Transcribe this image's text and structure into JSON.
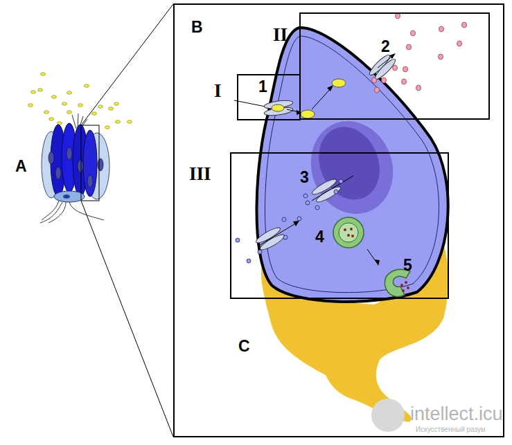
{
  "diagram": {
    "nodes": [
      {
        "text": [
          "B"
        ]
      },
      {
        "text": [
          "II"
        ],
        "in": 0
      },
      {
        "text": [
          "I"
        ],
        "in": 0
      },
      {
        "text": [
          "III"
        ],
        "in": 0
      }
    ],
    "labels": [
      "A",
      "C",
      "1",
      "2",
      "3",
      "4",
      "5",
      "intellect.icu",
      "Искусственный разум"
    ]
  }
}
